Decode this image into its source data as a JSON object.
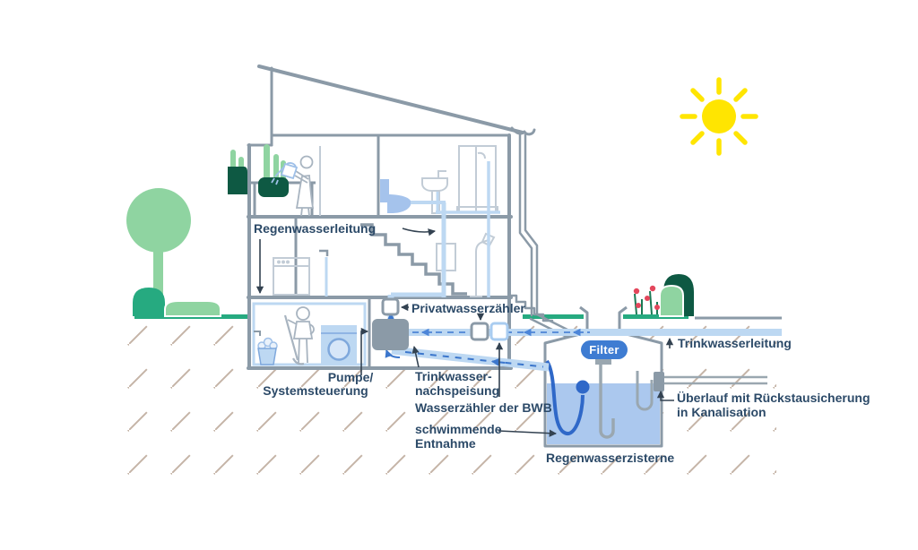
{
  "diagram": {
    "description": "Cross-section diagram of a house with rainwater harvesting system and underground cistern",
    "labels": {
      "rain_pipe": "Regenwasserleitung",
      "private_meter": "Privatwasserzähler",
      "pump1": "Pumpe/",
      "pump2": "Systemsteuerung",
      "refill1": "Trinkwasser-",
      "refill2": "nachspeisung",
      "bwb_meter": "Wasserzähler der BWB",
      "floating1": "schwimmende",
      "floating2": "Entnahme",
      "cistern": "Regenwasserzisterne",
      "drinking_pipe": "Trinkwasserleitung",
      "overflow1": "Überlauf mit Rückstausicherung",
      "overflow2": "in Kanalisation",
      "filter_badge": "Filter"
    },
    "colors": {
      "label_text": "#2C4A68",
      "house_outline": "#8B9AA7",
      "fixture_outline": "#C2CCD6",
      "person_outline": "#A8B4C0",
      "pipe_light_blue": "#BDD8F2",
      "blue_fixture_fill": "#A5C3EC",
      "water_fill": "#ABC8EE",
      "flow_arrow_blue": "#4C85D8",
      "hose_dark_blue": "#2F68C8",
      "filter_badge_bg": "#3E7CD2",
      "ground_green": "#26AA80",
      "foliage_light_green": "#8FD4A1",
      "foliage_dark_green": "#0E5943",
      "flower_red": "#E3475C",
      "sun_yellow": "#FFE501",
      "soil_hatch": "#C5B4A7",
      "connector_arrow": "#334251"
    }
  }
}
